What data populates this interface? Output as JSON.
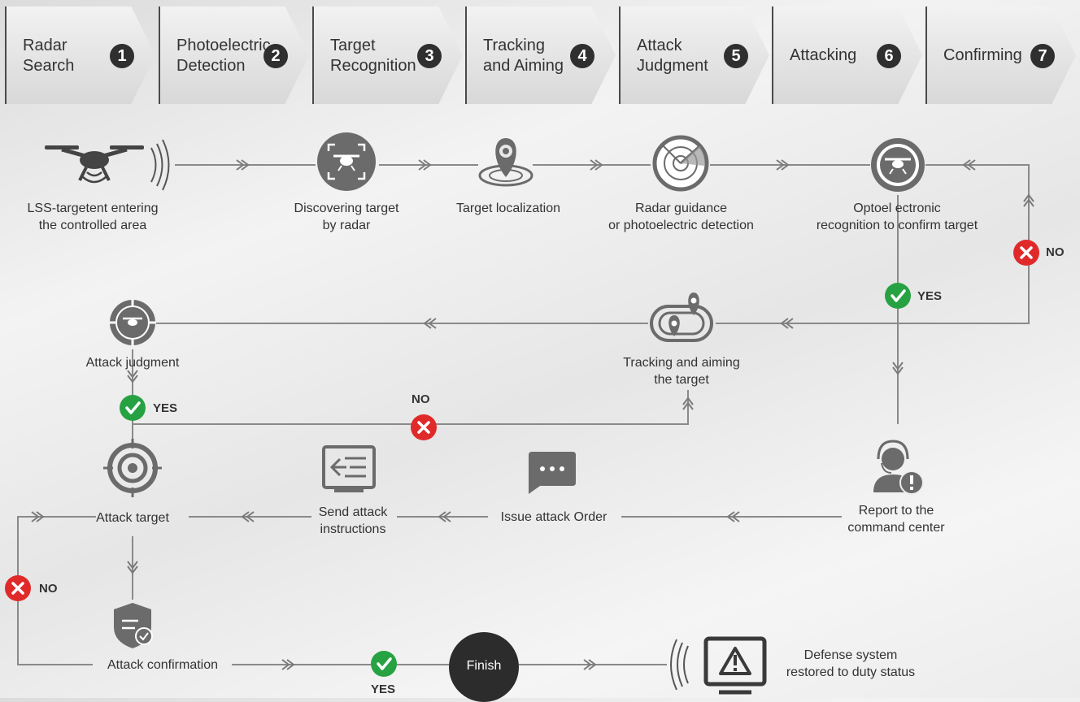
{
  "steps": [
    {
      "label": "Radar\nSearch",
      "num": "1"
    },
    {
      "label": "Photoelectric\nDetection",
      "num": "2"
    },
    {
      "label": "Target\nRecognition",
      "num": "3"
    },
    {
      "label": "Tracking\nand Aiming",
      "num": "4"
    },
    {
      "label": "Attack\nJudgment",
      "num": "5"
    },
    {
      "label": "Attacking",
      "num": "6"
    },
    {
      "label": "Confirming",
      "num": "7"
    }
  ],
  "nodes": {
    "lss_entering": "LSS-targetent entering\nthe controlled area",
    "discovering": "Discovering target\nby radar",
    "localization": "Target localization",
    "radar_guidance": "Radar guidance\nor photoelectric detection",
    "optoelectronic": "Optoel ectronic\nrecognition to confirm target",
    "attack_judgment": "Attack judgment",
    "tracking_aiming": "Tracking and aiming\nthe target",
    "attack_target": "Attack target",
    "send_instructions": "Send attack\ninstructions",
    "issue_order": "Issue attack Order",
    "report": "Report to the\ncommand center",
    "attack_confirmation": "Attack confirmation",
    "finish": "Finish",
    "restored": "Defense system\nrestored to duty status"
  },
  "decisions": {
    "yes": "YES",
    "no": "NO"
  },
  "colors": {
    "yes": "#27a243",
    "no": "#e02a2a",
    "icon": "#6b6b6b",
    "line": "#8a8a8a",
    "dark": "#2c2c2c"
  }
}
